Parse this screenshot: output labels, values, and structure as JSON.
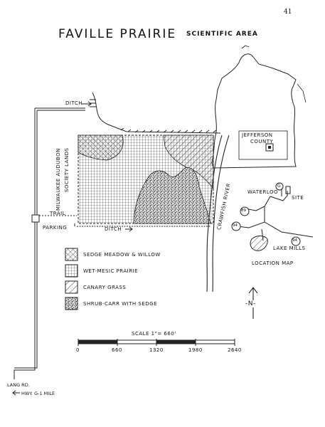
{
  "page_number": "41",
  "title": "FAVILLE PRAIRIE",
  "subtitle": "SCIENTIFIC AREA",
  "labels": {
    "ditch_top": "DITCH",
    "ditch_bottom": "DITCH",
    "trail": "TRAIL",
    "parking": "PARKING",
    "audubon_line1": "MILWAUKEE AUDUBON",
    "audubon_line2": "SOCIETY LANDS",
    "river": "CRAWFISH RIVER",
    "lang_rd": "LANG RD.",
    "hwy": "HWY. G-1 MILE"
  },
  "inset": {
    "county_line1": "JEFFERSON",
    "county_line2": "COUNTY",
    "waterloo": "WATERLOO",
    "site": "SITE",
    "lake_mills": "LAKE MILLS",
    "location_map": "LOCATION MAP",
    "route_g": "G",
    "route_89": "89",
    "route_94_left": "94",
    "route_94_right": "94"
  },
  "legend": [
    {
      "label": "SEDGE MEADOW & WILLOW",
      "pattern": "crosshatch-diagonal"
    },
    {
      "label": "WET-MESIC PRAIRIE",
      "pattern": "grid"
    },
    {
      "label": "CANARY GRASS",
      "pattern": "diagonal"
    },
    {
      "label": "SHRUB-CARR WITH SEDGE",
      "pattern": "stipple"
    }
  ],
  "north": "-N-",
  "scale": {
    "label": "SCALE 1\"= 660'",
    "ticks": [
      "0",
      "660",
      "1320",
      "1980",
      "2640"
    ]
  }
}
